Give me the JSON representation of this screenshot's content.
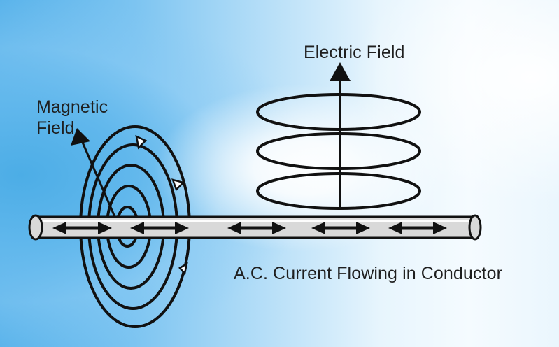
{
  "labels": {
    "magnetic_field_line1": "Magnetic",
    "magnetic_field_line2": "Field",
    "electric_field": "Electric Field",
    "current": "A.C. Current Flowing in Conductor"
  },
  "colors": {
    "ink": "#1f1f1f",
    "conductor_fill": "#d9d9d9",
    "conductor_highlight": "#ffffff"
  }
}
